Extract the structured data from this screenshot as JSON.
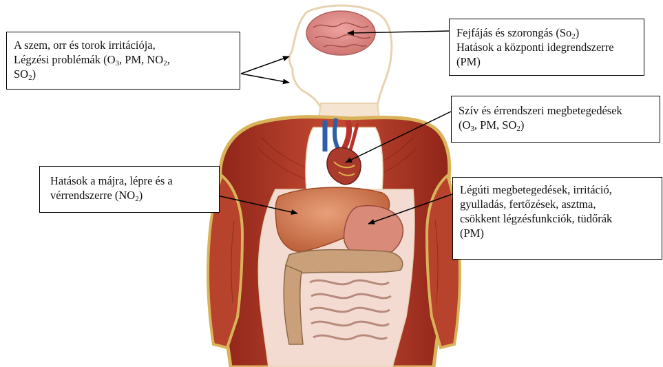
{
  "callouts": {
    "eyes": {
      "line1": "A szem, orr és torok irritációja,",
      "line2_pre": "Légzési problémák (O",
      "line2_sub1": "3",
      "line2_mid": ", PM, NO",
      "line2_sub2": "2",
      "line2_post": ",",
      "line3_pre": "SO",
      "line3_sub": "2",
      "line3_post": ")"
    },
    "brain": {
      "line1_pre": "Fejfájás és szorongás (So",
      "line1_sub": "2",
      "line1_post": ")",
      "line2": "Hatások a központi idegrendszerre",
      "line3": "(PM)"
    },
    "heart": {
      "line1": "Szív és érrendszeri megbetegedések",
      "line2_pre": "(O",
      "line2_sub1": "3",
      "line2_mid": ", PM, SO",
      "line2_sub2": "2",
      "line2_post": ")"
    },
    "liver": {
      "line1": "Hatások a májra, lépre és a",
      "line2_pre": "vérrendszerre (NO",
      "line2_sub": "2",
      "line2_post": ")"
    },
    "lungs": {
      "line1": "Légúti megbetegedések, irritáció,",
      "line2": "gyulladás, fertőzések, asztma,",
      "line3": "csökkent légzésfunkciók, tüdőrák",
      "line4": "(PM)"
    }
  },
  "colors": {
    "skin_outline": "#d9b35a",
    "muscle": "#b83a28",
    "brain": "#d9827f",
    "liver": "#cf7448",
    "intestine": "#d9b7a8",
    "heart": "#a93a2c",
    "vessel_blue": "#2f5fa8",
    "arrow": "#000000"
  }
}
